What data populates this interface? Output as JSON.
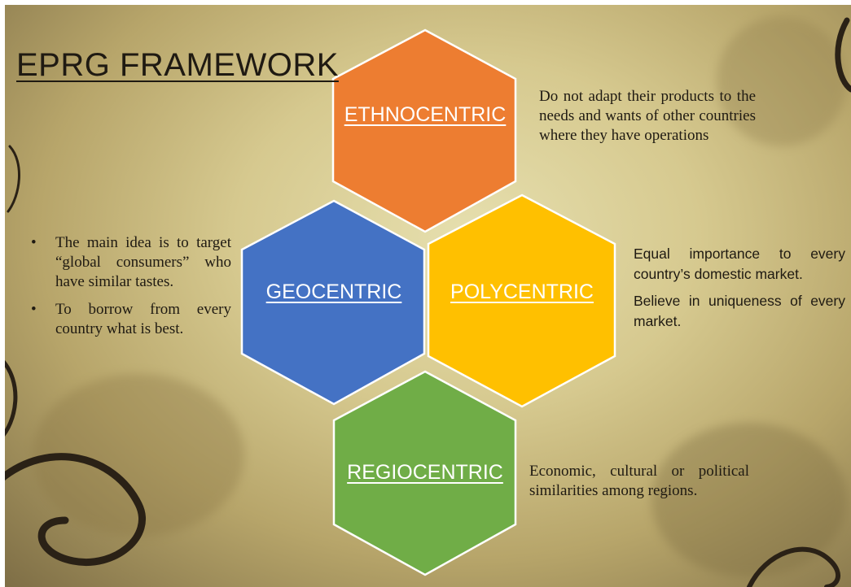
{
  "title": "EPRG FRAMEWORK",
  "hexagons": {
    "ethnocentric": {
      "label": "ETHNOCENTRIC",
      "color": "#ed7d31"
    },
    "geocentric": {
      "label": "GEOCENTRIC",
      "color": "#4472c4"
    },
    "polycentric": {
      "label": "POLYCENTRIC",
      "color": "#ffc000"
    },
    "regiocentric": {
      "label": "REGIOCENTRIC",
      "color": "#70ad47"
    }
  },
  "descriptions": {
    "ethnocentric": "Do not adapt their products to the needs and wants of other countries where they have operations",
    "geocentric": [
      "The main idea is to target “global consumers” who have similar tastes.",
      "To borrow from every country what is best."
    ],
    "polycentric": [
      "Equal importance to every country’s domestic market.",
      "Believe in uniqueness of every market."
    ],
    "regiocentric": "Economic, cultural or political similarities among regions."
  },
  "colors": {
    "background": "#d6c98f",
    "text": "#1f1a12",
    "hex_stroke": "#ffffff"
  }
}
